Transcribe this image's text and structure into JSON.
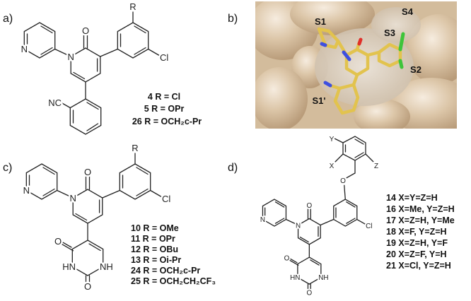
{
  "panels": {
    "a": {
      "label": "a)",
      "atoms": {
        "N_pyr": "N",
        "N1": "N",
        "O": "O",
        "R": "R",
        "Cl": "Cl",
        "NC": "NC"
      },
      "compounds": [
        "4 R = Cl",
        "5 R = OPr",
        "26 R = OCH₂c-Pr"
      ]
    },
    "b": {
      "label": "b)",
      "pockets": [
        "S1",
        "S4",
        "S3",
        "S2",
        "S1'"
      ],
      "colors": {
        "surface": "#d8c2a4",
        "carbon": "#e2c34e",
        "nitrogen": "#3d4fe0",
        "oxygen": "#e0302a",
        "chlorine": "#3ec43a"
      }
    },
    "c": {
      "label": "c)",
      "atoms": {
        "N_pyr": "N",
        "N1": "N",
        "O": "O",
        "R": "R",
        "Cl": "Cl",
        "O4": "O",
        "O2": "O",
        "HN": "HN",
        "NH": "NH"
      },
      "compounds": [
        "10 R = OMe",
        "11 R = OPr",
        "12 R = OBu",
        "13 R = Oi-Pr",
        "24 R = OCH₂c-Pr",
        "25 R = OCH₂CH₂CF₃"
      ]
    },
    "d": {
      "label": "d)",
      "atoms": {
        "N_pyr": "N",
        "N1": "N",
        "O": "O",
        "Oether": "O",
        "Cl": "Cl",
        "O4": "O",
        "O2": "O",
        "HN": "HN",
        "NH": "NH",
        "X": "X",
        "Y": "Y",
        "Z": "Z"
      },
      "compounds": [
        "14 X=Y=Z=H",
        "16 X=Me, Y=Z=H",
        "17 X=Z=H, Y=Me",
        "18 X=F, Y=Z=H",
        "19 X=Z=H, Y=F",
        "20 X=Z=F, Y=H",
        "21 X=Cl, Y=Z=H"
      ]
    }
  }
}
